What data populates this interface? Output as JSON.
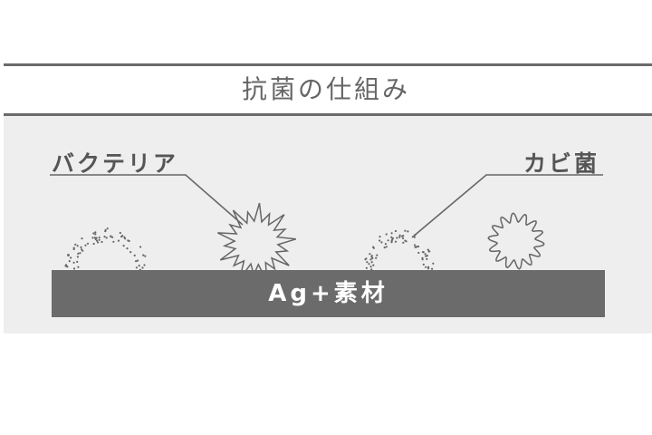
{
  "title": "抗菌の仕組み",
  "labels": {
    "bacteria": "バクテリア",
    "mold": "カビ菌"
  },
  "material": "Ag+素材",
  "colors": {
    "rule": "#6b6b6b",
    "panel": "#eeeeee",
    "bar": "#6b6b6b",
    "label_text": "#555555",
    "title_text": "#666666",
    "bar_text": "#ffffff",
    "dots": "#666666"
  },
  "microbes": [
    {
      "name": "bacteria-dispersed",
      "type": "dots",
      "state": "neutralized"
    },
    {
      "name": "bacteria-active",
      "type": "spiky",
      "state": "active"
    },
    {
      "name": "mold-dispersed",
      "type": "dots",
      "state": "neutralized"
    },
    {
      "name": "mold-active",
      "type": "wavy",
      "state": "active"
    }
  ]
}
